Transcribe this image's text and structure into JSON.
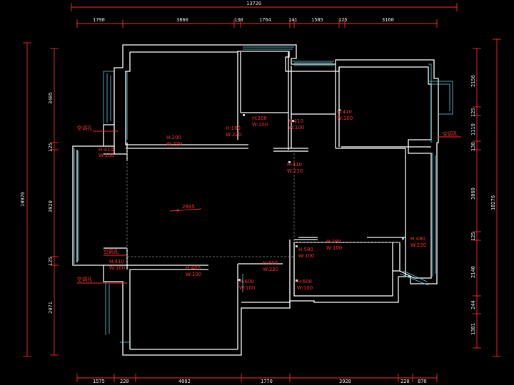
{
  "colors": {
    "background": "#000000",
    "walls": "#ffffff",
    "dimensions": "#ff2a2a",
    "windows": "#5fd3e6",
    "labels": "#ff3030"
  },
  "top_total": "13720",
  "top_dims": [
    "1790",
    "3860",
    "130",
    "1764",
    "141",
    "1585",
    "125",
    "3160"
  ],
  "bottom_dims": [
    "1575",
    "220",
    "4002",
    "1770",
    "3928",
    "220",
    "870"
  ],
  "left_total": "10976",
  "left_dims": [
    "3405",
    "125",
    "3920",
    "125",
    "2071"
  ],
  "right_total": "10276",
  "right_dims": [
    "2156",
    "125",
    "1110",
    "130",
    "3060",
    "125",
    "2140",
    "244",
    "1381"
  ],
  "center_dim": "2895",
  "ac_labels": [
    "空调孔",
    "空调孔",
    "空调孔",
    "空调孔"
  ],
  "annotations": [
    {
      "h": "H:410",
      "w": "W:100"
    },
    {
      "h": "H:200",
      "w": "W:220"
    },
    {
      "h": "H:200",
      "w": "W:100"
    },
    {
      "h": "H:100",
      "w": "W:220"
    },
    {
      "h": "H:410",
      "w": "W:100"
    },
    {
      "h": "H:410",
      "w": "W:100"
    },
    {
      "h": "H:410",
      "w": "W:220"
    },
    {
      "h": "H:410",
      "w": "W:100"
    },
    {
      "h": "H:400",
      "w": "W:100"
    },
    {
      "h": "H:600",
      "w": "W:220"
    },
    {
      "h": "H:600",
      "w": "W:100"
    },
    {
      "h": "H:580",
      "w": "W:100"
    },
    {
      "h": "H:280",
      "w": "W:100"
    },
    {
      "h": "H:480",
      "w": "W:220"
    },
    {
      "h": "H:600",
      "w": "W:100"
    }
  ]
}
